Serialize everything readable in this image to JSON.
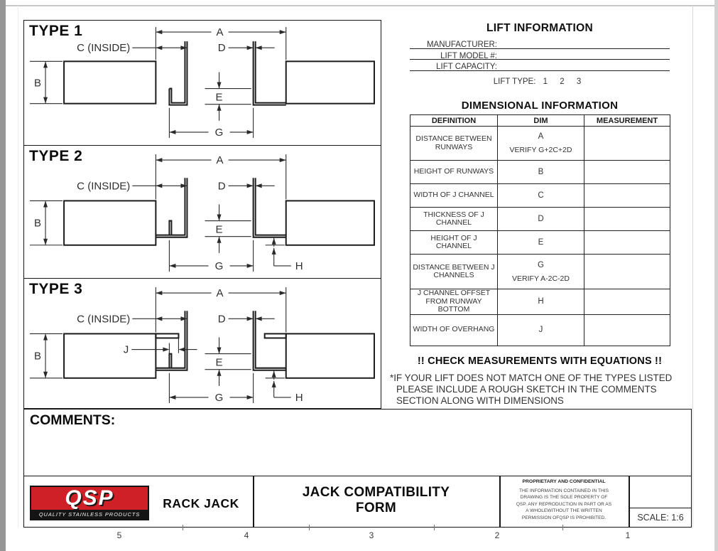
{
  "page": {
    "sheet_numbers": [
      "5",
      "4",
      "3",
      "2",
      "1"
    ]
  },
  "diagrams": [
    {
      "title": "TYPE 1",
      "labels": {
        "a": "A",
        "b": "B",
        "c": "C (INSIDE)",
        "d": "D",
        "e": "E",
        "g": "G"
      }
    },
    {
      "title": "TYPE 2",
      "labels": {
        "a": "A",
        "b": "B",
        "c": "C (INSIDE)",
        "d": "D",
        "e": "E",
        "g": "G",
        "h": "H"
      }
    },
    {
      "title": "TYPE 3",
      "labels": {
        "a": "A",
        "b": "B",
        "c": "C (INSIDE)",
        "d": "D",
        "e": "E",
        "g": "G",
        "h": "H",
        "j": "J"
      }
    }
  ],
  "lift_information": {
    "title": "LIFT INFORMATION",
    "fields": [
      {
        "label": "MANUFACTURER:",
        "value": ""
      },
      {
        "label": "LIFT MODEL #:",
        "value": ""
      },
      {
        "label": "LIFT CAPACITY:",
        "value": ""
      }
    ],
    "lift_type_label": "LIFT TYPE:",
    "lift_type_options": [
      "1",
      "2",
      "3"
    ]
  },
  "dimensional_information": {
    "title": "DIMENSIONAL INFORMATION",
    "columns": [
      "DEFINITION",
      "DIM",
      "MEASUREMENT"
    ],
    "rows": [
      {
        "definition": "DISTANCE BETWEEN RUNWAYS",
        "dim": "A",
        "note": "VERIFY G+2C+2D",
        "measurement": ""
      },
      {
        "definition": "HEIGHT OF RUNWAYS",
        "dim": "B",
        "note": "",
        "measurement": ""
      },
      {
        "definition": "WIDTH OF J CHANNEL",
        "dim": "C",
        "note": "",
        "measurement": ""
      },
      {
        "definition": "THICKNESS OF J CHANNEL",
        "dim": "D",
        "note": "",
        "measurement": ""
      },
      {
        "definition": "HEIGHT OF J CHANNEL",
        "dim": "E",
        "note": "",
        "measurement": ""
      },
      {
        "definition": "DISTANCE BETWEEN J CHANNELS",
        "dim": "G",
        "note": "VERIFY A-2C-2D",
        "measurement": ""
      },
      {
        "definition": "J CHANNEL OFFSET FROM RUNWAY BOTTOM",
        "dim": "H",
        "note": "",
        "measurement": ""
      },
      {
        "definition": "WIDTH OF OVERHANG",
        "dim": "J",
        "note": "",
        "measurement": ""
      }
    ]
  },
  "warnings": {
    "check": "!! CHECK MEASUREMENTS WITH EQUATIONS !!",
    "note_lines": [
      "*IF YOUR LIFT DOES NOT MATCH ONE OF THE TYPES LISTED",
      "PLEASE INCLUDE A ROUGH SKETCH IN THE COMMENTS",
      "SECTION ALONG WITH DIMENSIONS"
    ]
  },
  "comments": {
    "label": "COMMENTS:"
  },
  "title_block": {
    "logo": {
      "text": "QSP",
      "tagline": "QUALITY STAINLESS PRODUCTS",
      "red": "#cf2027",
      "black": "#141414"
    },
    "product": "RACK JACK",
    "form_title_lines": [
      "JACK COMPATIBILITY",
      "FORM"
    ],
    "proprietary": {
      "title": "PROPRIETARY AND CONFIDENTIAL",
      "body_lines": [
        "THE INFORMATION CONTAINED IN THIS",
        "DRAWING IS THE SOLE PROPERTY OF",
        "QSP.  ANY REPRODUCTION IN PART OR AS",
        "A WHOLEWITHOUT THE WRITTEN",
        "PERMISSION OFQSP IS PROHIBITED."
      ]
    },
    "scale": "SCALE: 1:6"
  }
}
